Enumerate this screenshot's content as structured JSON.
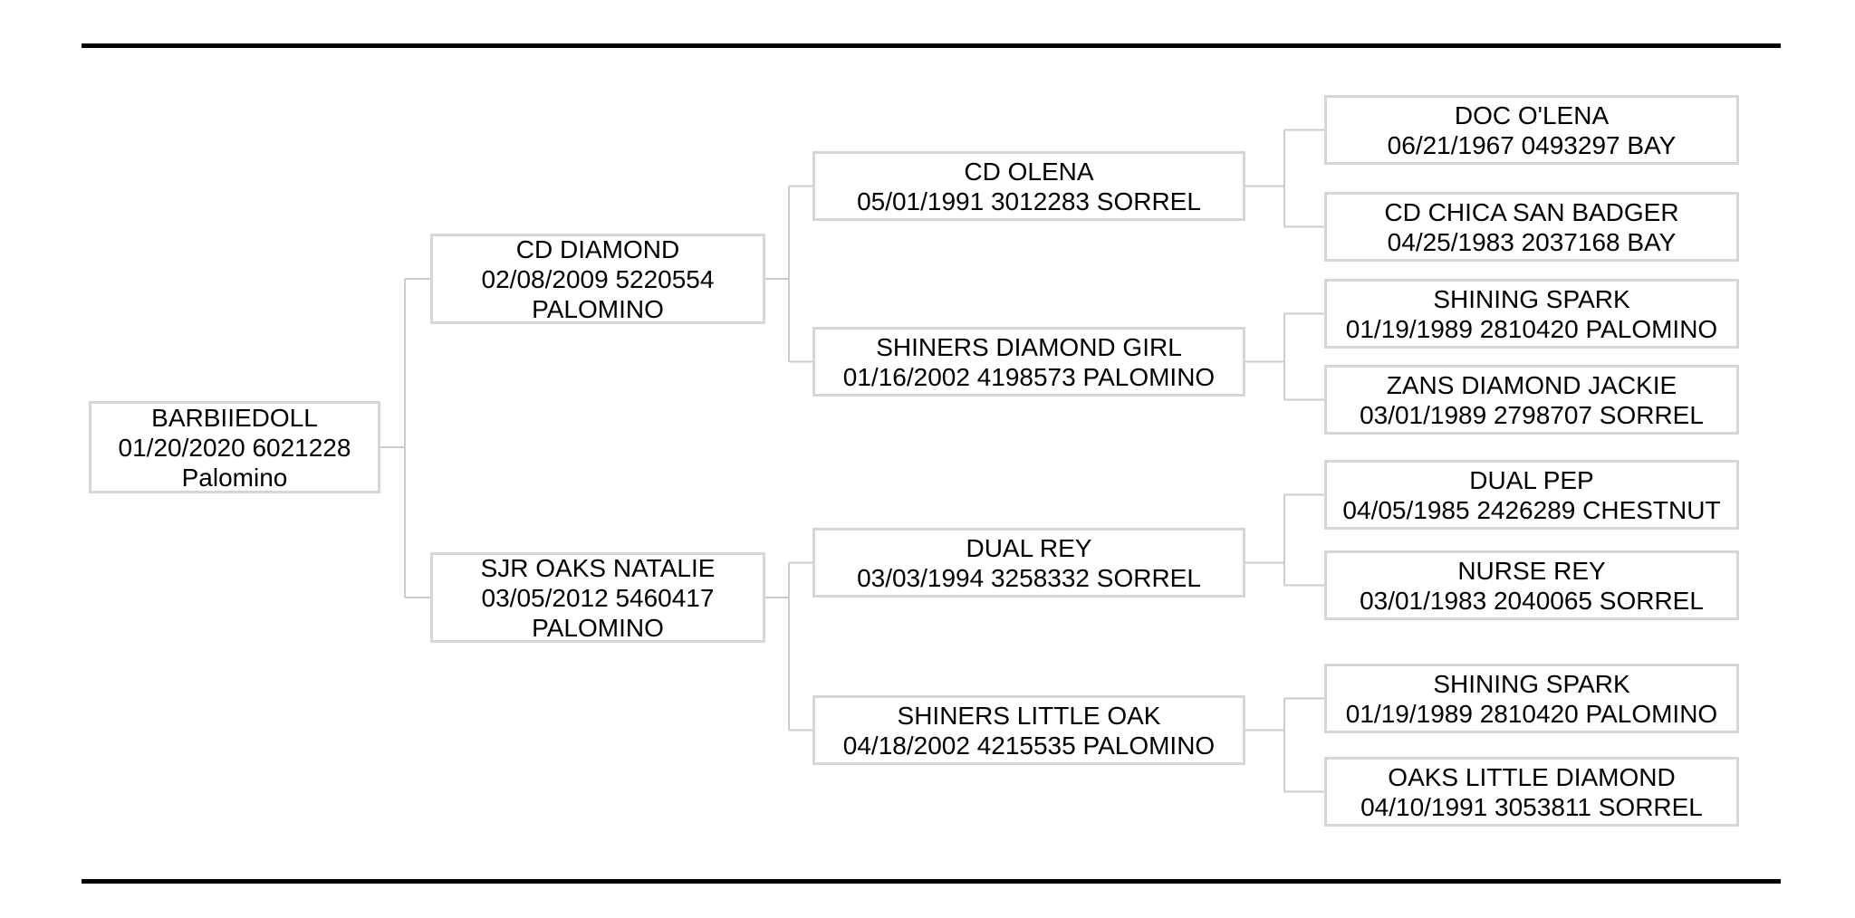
{
  "page": {
    "background_color": "#ffffff",
    "rule_color": "#000000"
  },
  "pedigree": {
    "box_border_color": "#d6d6d6",
    "connector_color": "#cccccc",
    "text_color": "#000000",
    "nodes": [
      {
        "id": "subject",
        "lines": [
          "BARBIIEDOLL",
          "01/20/2020 6021228",
          "Palomino"
        ],
        "sire": "sire",
        "dam": "dam"
      },
      {
        "id": "sire",
        "lines": [
          "CD DIAMOND",
          "02/08/2009 5220554",
          "PALOMINO"
        ],
        "sire": "ss",
        "dam": "sd"
      },
      {
        "id": "dam",
        "lines": [
          "SJR OAKS NATALIE",
          "03/05/2012 5460417",
          "PALOMINO"
        ],
        "sire": "ds",
        "dam": "dd"
      },
      {
        "id": "ss",
        "lines": [
          "CD OLENA",
          "05/01/1991 3012283 SORREL"
        ],
        "sire": "sss",
        "dam": "ssd"
      },
      {
        "id": "sd",
        "lines": [
          "SHINERS DIAMOND GIRL",
          "01/16/2002 4198573 PALOMINO"
        ],
        "sire": "sds",
        "dam": "sdd"
      },
      {
        "id": "ds",
        "lines": [
          "DUAL REY",
          "03/03/1994 3258332 SORREL"
        ],
        "sire": "dss",
        "dam": "dsd"
      },
      {
        "id": "dd",
        "lines": [
          "SHINERS LITTLE OAK",
          "04/18/2002 4215535 PALOMINO"
        ],
        "sire": "dds",
        "dam": "ddd"
      },
      {
        "id": "sss",
        "lines": [
          "DOC O'LENA",
          "06/21/1967 0493297 BAY"
        ]
      },
      {
        "id": "ssd",
        "lines": [
          "CD CHICA SAN BADGER",
          "04/25/1983 2037168 BAY"
        ]
      },
      {
        "id": "sds",
        "lines": [
          "SHINING SPARK",
          "01/19/1989 2810420 PALOMINO"
        ]
      },
      {
        "id": "sdd",
        "lines": [
          "ZANS DIAMOND JACKIE",
          "03/01/1989 2798707 SORREL"
        ]
      },
      {
        "id": "dss",
        "lines": [
          "DUAL PEP",
          "04/05/1985 2426289 CHESTNUT"
        ]
      },
      {
        "id": "dsd",
        "lines": [
          "NURSE REY",
          "03/01/1983 2040065 SORREL"
        ]
      },
      {
        "id": "dds",
        "lines": [
          "SHINING SPARK",
          "01/19/1989 2810420 PALOMINO"
        ]
      },
      {
        "id": "ddd",
        "lines": [
          "OAKS LITTLE DIAMOND",
          "04/10/1991 3053811 SORREL"
        ]
      }
    ]
  }
}
